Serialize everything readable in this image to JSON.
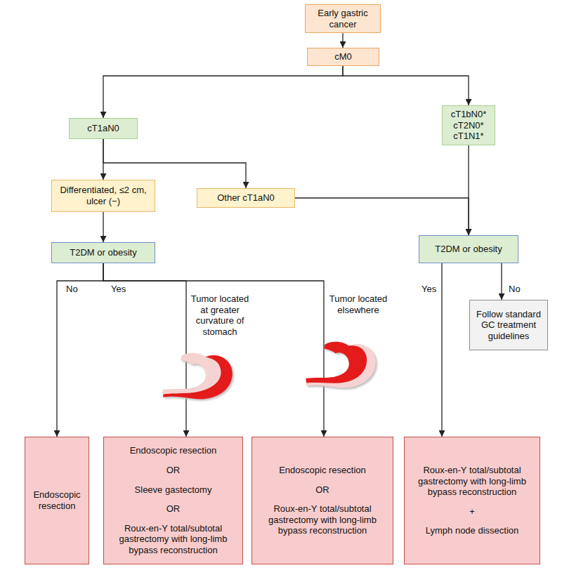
{
  "diagram": {
    "nodes": [
      {
        "text": [
          "Early gastric cancer"
        ]
      },
      {
        "text": [
          "cM0"
        ]
      },
      {
        "text": [
          "cT1aN0"
        ]
      },
      {
        "text": [
          "cT1bN0* cT2N0* cT1N1*"
        ]
      },
      {
        "text": [
          "Differentiated, ≤2 cm, ulcer (−)"
        ]
      },
      {
        "text": [
          "Other cT1aN0"
        ]
      },
      {
        "text": [
          "T2DM or obesity"
        ]
      },
      {
        "text": [
          "T2DM or obesity"
        ]
      },
      {
        "text": [
          "Follow standard GC treatment guidelines"
        ]
      },
      {
        "text": [
          "Endoscopic resection"
        ]
      },
      {
        "text": [
          "Endoscopic resection",
          "OR",
          "Sleeve gastectomy",
          "OR",
          "Roux-en-Y total/subtotal gastrectomy with long-limb bypass reconstruction"
        ]
      },
      {
        "text": [
          "Endoscopic resection",
          "OR",
          "Roux-en-Y total/subtotal gastrectomy with long-limb bypass reconstruction"
        ]
      },
      {
        "text": [
          "Roux-en-Y total/subtotal gastrectomy with long-limb bypass reconstruction",
          "+",
          "Lymph node dissection"
        ]
      }
    ],
    "edges": [
      {
        "from": 0,
        "to": 1,
        "arrow": "to"
      },
      {
        "from": 1,
        "to": 2,
        "arrow": "to"
      },
      {
        "from": 1,
        "to": 3,
        "arrow": "to"
      },
      {
        "from": 2,
        "to": 4,
        "arrow": "to"
      },
      {
        "from": 2,
        "to": 5,
        "arrow": "to"
      },
      {
        "from": 4,
        "to": 6,
        "arrow": "to"
      },
      {
        "from": 5,
        "to": 7,
        "arrow": "to"
      },
      {
        "from": 3,
        "to": 7,
        "arrow": "to"
      },
      {
        "from": 6,
        "to": 9,
        "label": "No",
        "arrow": "to"
      },
      {
        "from": 6,
        "to": 10,
        "label": "Tumor located at greater curvature of stomach",
        "arrow": "to"
      },
      {
        "from": 6,
        "to": 11,
        "label": "Tumor located elsewhere",
        "arrow": "to"
      },
      {
        "from": 7,
        "to": 12,
        "label": "Yes",
        "arrow": "to"
      },
      {
        "from": 7,
        "to": 8,
        "label": "No",
        "arrow": "to"
      }
    ],
    "labels": [
      "Yes"
    ]
  }
}
